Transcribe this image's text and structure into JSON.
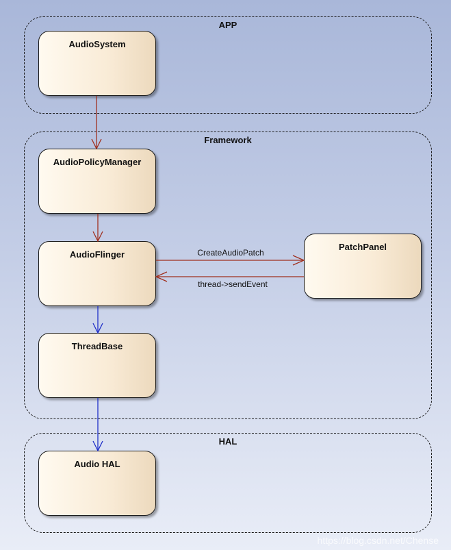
{
  "groups": {
    "app": {
      "label": "APP"
    },
    "framework": {
      "label": "Framework"
    },
    "hal": {
      "label": "HAL"
    }
  },
  "nodes": {
    "audio_system": "AudioSystem",
    "audio_policy_manager": "AudioPolicyManager",
    "audio_flinger": "AudioFlinger",
    "patch_panel": "PatchPanel",
    "thread_base": "ThreadBase",
    "audio_hal": "Audio HAL"
  },
  "edges": {
    "create_audio_patch": "CreateAudioPatch",
    "send_event": "thread->sendEvent"
  },
  "colors": {
    "red_arrow": "#a0301e",
    "blue_arrow": "#1f2fc8"
  },
  "watermark": "https://blog.csdn.net/Chense"
}
